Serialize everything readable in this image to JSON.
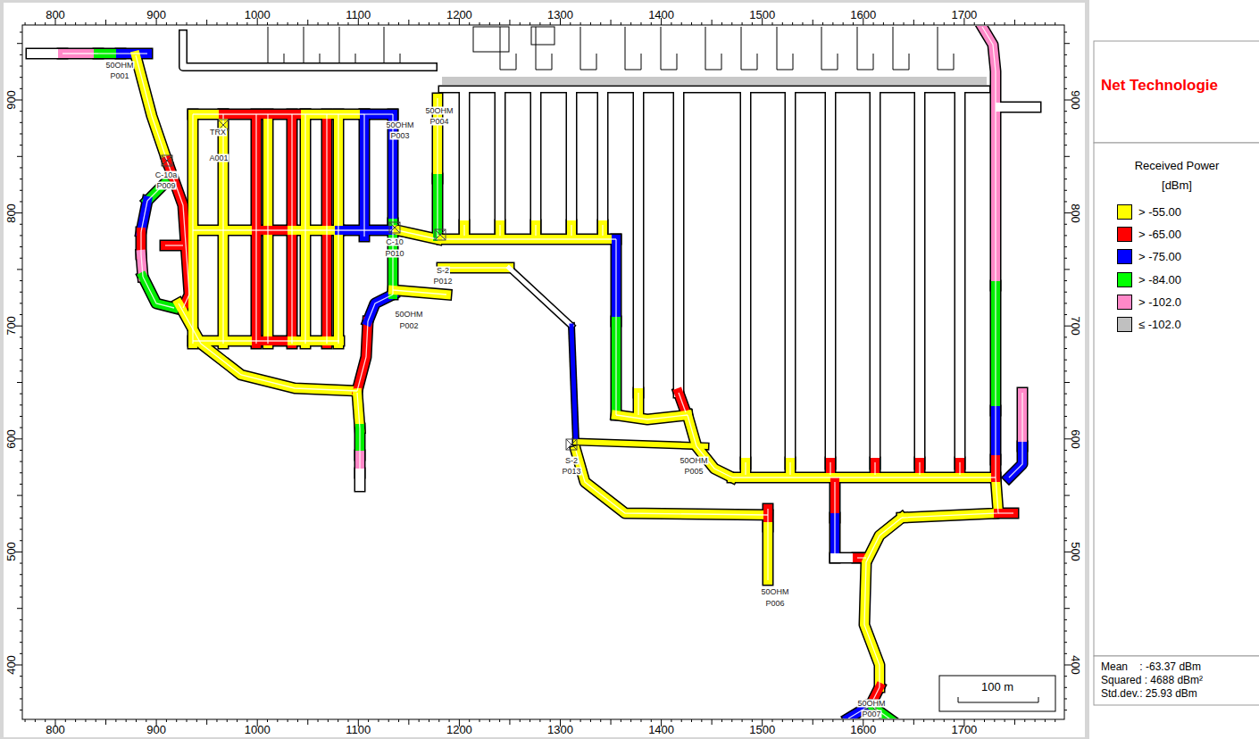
{
  "diagram": {
    "title": "Net Technologie",
    "labels": [
      "800",
      "900",
      "1000",
      "1100",
      "1200",
      "1300",
      "1400",
      "1500",
      "1600",
      "1700",
      "800",
      "900",
      "1000",
      "1100",
      "1200",
      "1300",
      "1400",
      "1500",
      "1600",
      "1700",
      "900",
      "800",
      "700",
      "600",
      "500",
      "400",
      "900",
      "800",
      "700",
      "600",
      "500",
      "400",
      "Received Power",
      "[dBm]",
      "Mean    : -63.37 dBm",
      "Squared : 4688 dBm²",
      "Std.dev.: 25.93 dBm",
      "100 m",
      "50OHM",
      "P001",
      "TRX",
      "A001",
      "C-10a",
      "P009",
      "50OHM",
      "P003",
      "50OHM",
      "P004",
      "C-10",
      "P010",
      "S-2",
      "P012",
      "50OHM",
      "P002",
      "S-2",
      "P013",
      "50OHM",
      "P005",
      "50OHM",
      "P006",
      "50OHM",
      "P007"
    ],
    "legend": [
      {
        "text": "> -55.00",
        "color": "#ffff00"
      },
      {
        "text": "> -65.00",
        "color": "#ff0000"
      },
      {
        "text": "> -75.00",
        "color": "#0000ff"
      },
      {
        "text": "> -84.00",
        "color": "#00ff00"
      },
      {
        "text": "> -102.0",
        "color": "#ff88c8"
      },
      {
        "text": "≤ -102.0",
        "color": "#c0c0c0"
      }
    ]
  }
}
